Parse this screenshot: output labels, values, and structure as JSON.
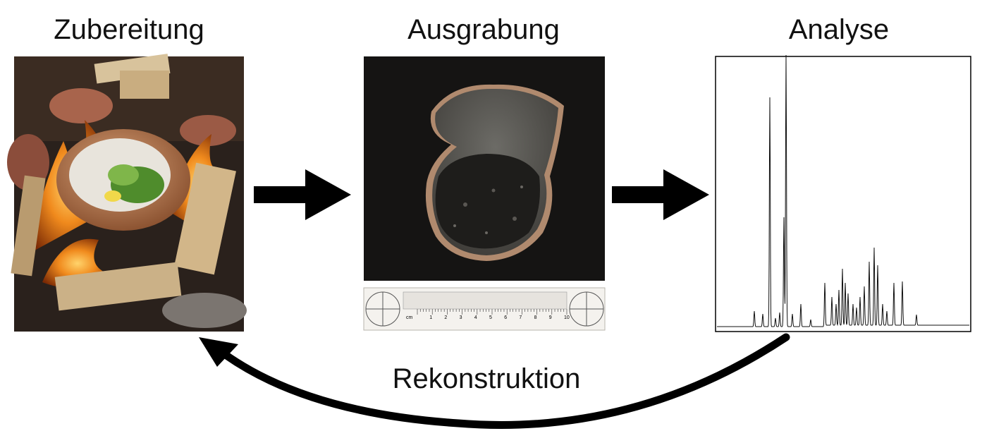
{
  "steps": [
    {
      "title": "Zubereitung"
    },
    {
      "title": "Ausgrabung"
    },
    {
      "title": "Analyse"
    }
  ],
  "cycle_label": "Rekonstruktion",
  "ruler": {
    "unit_label": "cm",
    "ticks": [
      "1",
      "2",
      "3",
      "4",
      "5",
      "6",
      "7",
      "8",
      "9",
      "10"
    ]
  },
  "colors": {
    "arrow": "#000000",
    "background": "#ffffff"
  }
}
